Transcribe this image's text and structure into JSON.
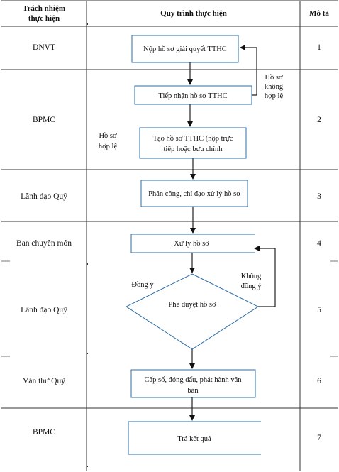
{
  "headers": {
    "role_line1": "Trách nhiệm",
    "role_line2": "thực hiện",
    "process": "Quy trình thực hiện",
    "desc": "Mô tả"
  },
  "rows": [
    {
      "role": "DNVT",
      "num": "1"
    },
    {
      "role": "BPMC",
      "num": "2"
    },
    {
      "role": "Lãnh đạo Quỹ",
      "num": "3"
    },
    {
      "role": "Ban chuyên môn",
      "num": "4"
    },
    {
      "role": "Lãnh đạo Quỹ",
      "num": "5"
    },
    {
      "role": "Văn thư Quỹ",
      "num": "6"
    },
    {
      "role": "BPMC",
      "num": "7"
    }
  ],
  "steps": {
    "submit": "Nộp hồ sơ giải quyết TTHC",
    "receive": "Tiếp nhận hồ sơ TTHC",
    "create_line1": "Tạo hồ sơ TTHC (nộp trực",
    "create_line2": "tiếp hoặc bưu chính",
    "assign": "Phân công, chỉ đạo xử lý hồ sơ",
    "process": "Xử lý hồ sơ",
    "approve": "Phê duyệt hồ sơ",
    "issue_line1": "Cấp số, đóng dấu, phát hành văn",
    "issue_line2": "bản",
    "result": "Trả kết quả"
  },
  "notes": {
    "invalid_line1": "Hồ sơ",
    "invalid_line2": "không",
    "invalid_line3": "hợp lệ",
    "valid_line1": "Hồ sơ",
    "valid_line2": "hợp lệ",
    "agree": "Đồng ý",
    "disagree_line1": "Không",
    "disagree_line2": "đồng ý"
  },
  "colors": {
    "box_stroke": "#2e6da4",
    "line": "#222222",
    "grid": "#333333"
  }
}
